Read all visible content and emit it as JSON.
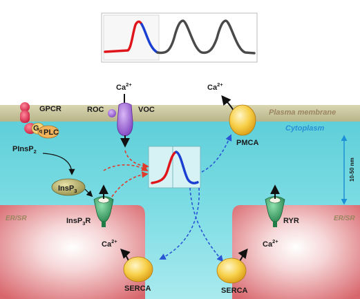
{
  "labels": {
    "gpcr": "GPCR",
    "gq": "G",
    "gq_sub": "q",
    "plc": "PLC",
    "pinsp2_main": "PInsP",
    "pinsp2_sub": "2",
    "insp3_main": "InsP",
    "insp3_sub": "3",
    "roc": "ROC",
    "voc": "VOC",
    "ca_top_main": "Ca",
    "ca_top_sup": "2+",
    "ca_right_main": "Ca",
    "ca_right_sup": "2+",
    "pmca": "PMCA",
    "plasma_membrane": "Plasma membrane",
    "cytoplasm": "Cytoplasm",
    "distance": "10-50 nm",
    "er_sr_left": "ER/SR",
    "er_sr_right": "ER/SR",
    "insp3r_main": "InsP",
    "insp3r_sub": "3",
    "insp3r_tail": "R",
    "ryr": "RYR",
    "ca_left_er_main": "Ca",
    "ca_left_er_sup": "2+",
    "ca_right_er_main": "Ca",
    "ca_right_er_sup": "2+",
    "serca_left": "SERCA",
    "serca_right": "SERCA"
  },
  "colors": {
    "membrane": "#c7c49a",
    "cytoplasm": "#66d3dc",
    "er": "#d96a6f",
    "transient_rise": "#e0151b",
    "transient_fall": "#1a3fd1",
    "oscillation": "#4a4a4a",
    "ca_flux_in": "#e03a2b",
    "ca_flux_out": "#2a56d6",
    "pump_yellow": "#f4c43a",
    "receptor_green": "#2f9a5c",
    "voc_purple": "#9a5bd6"
  },
  "icons": {
    "pmca": "pump-icon",
    "serca": "pump-icon",
    "insp3r": "channel-icon",
    "ryr": "channel-icon",
    "voc": "channel-icon",
    "gpcr": "receptor-icon"
  }
}
